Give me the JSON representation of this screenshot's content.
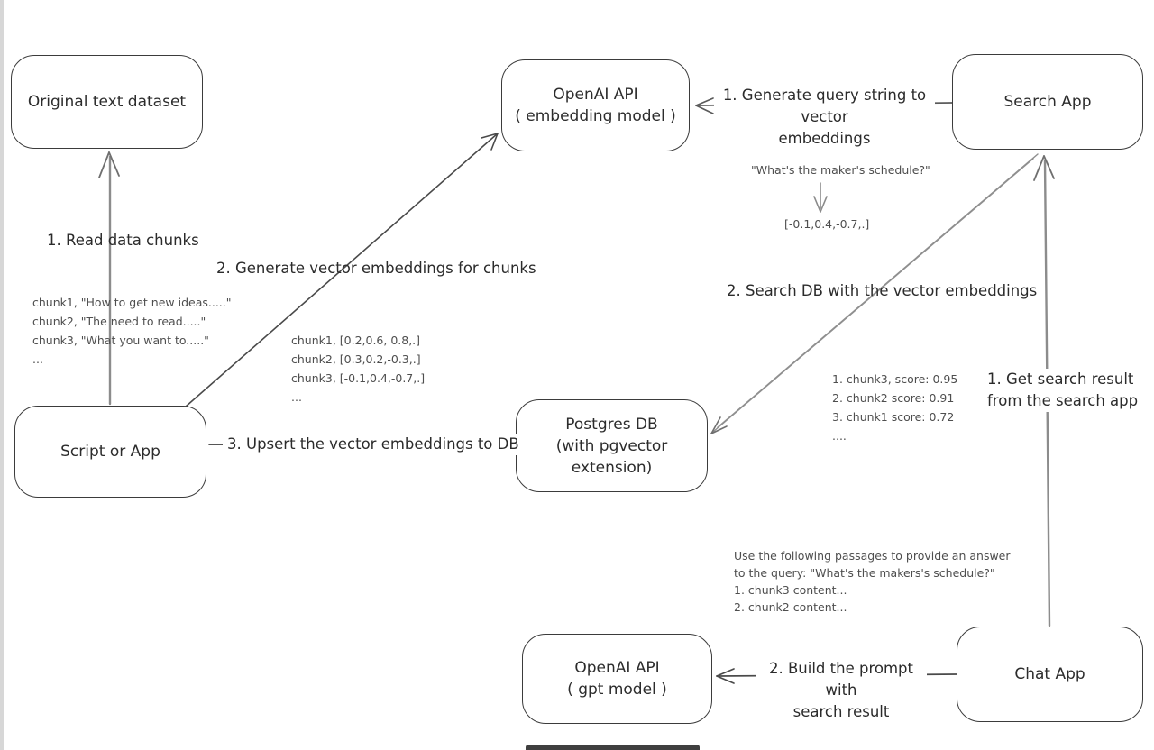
{
  "nodes": {
    "original": {
      "title": "Original text dataset"
    },
    "embed_api": {
      "title": "OpenAI API",
      "subtitle": "( embedding model )"
    },
    "search": {
      "title": "Search App"
    },
    "script": {
      "title": "Script or App"
    },
    "postgres": {
      "title": "Postgres DB",
      "subtitle": "(with pgvector extension)"
    },
    "gpt_api": {
      "title": "OpenAI API",
      "subtitle": "( gpt model )"
    },
    "chat": {
      "title": "Chat App"
    }
  },
  "edges": {
    "read_chunks": "1. Read data chunks",
    "gen_embeddings": "2. Generate vector embeddings for chunks",
    "upsert": "3. Upsert the vector embeddings  to DB",
    "query_to_vector_line1": "1. Generate query string to vector",
    "query_to_vector_line2": "embeddings",
    "search_db": "2. Search DB with the vector embeddings",
    "get_result_line1": "1. Get search result",
    "get_result_line2": "from the search app",
    "build_prompt_line1": "2. Build the prompt with",
    "build_prompt_line2": "search result"
  },
  "annotations": {
    "chunks_text": [
      "chunk1, \"How to get new ideas.....\"",
      "chunk2, \"The need to read.....\"",
      "chunk3, \"What you want to.....\"",
      "..."
    ],
    "chunk_vectors": [
      "chunk1, [0.2,0.6, 0.8,.]",
      "chunk2, [0.3,0.2,-0.3,.]",
      "chunk3, [-0.1,0.4,-0.7,.]",
      "..."
    ],
    "query_string": "\"What's the maker's schedule?\"",
    "query_vector": "[-0.1,0.4,-0.7,.]",
    "scores": [
      "1. chunk3, score: 0.95",
      "2. chunk2 score: 0.91",
      "3. chunk1 score: 0.72",
      "...."
    ],
    "prompt": [
      "Use the following passages to provide an answer",
      "to the query: \"What's the makers's schedule?\"",
      "1. chunk3 content...",
      "2. chunk2 content..."
    ]
  },
  "colors": {
    "ink": "#3b3b3b",
    "arrow_dark": "#4a4a4a",
    "arrow_gray": "#8c8c8c",
    "background": "#ffffff"
  }
}
